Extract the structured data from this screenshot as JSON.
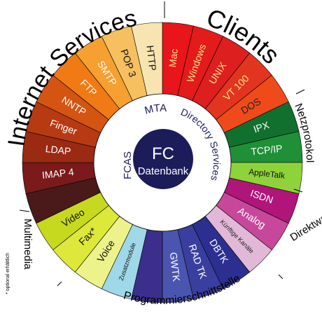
{
  "center": {
    "line1": "FC",
    "line2": "Datenbank",
    "fill": "#1c1c5a"
  },
  "inner_ring": [
    {
      "text": "MTA"
    },
    {
      "text": "Directory Services"
    },
    {
      "text": "FCAS"
    }
  ],
  "segments": [
    {
      "label": "Mac",
      "color": "#e8151b",
      "text_color": "#ffe08a"
    },
    {
      "label": "Windows",
      "color": "#e41b1b",
      "text_color": "#ffe08a"
    },
    {
      "label": "UNIX",
      "color": "#dd1f1f",
      "text_color": "#ffe08a"
    },
    {
      "label": "VT 100",
      "color": "#e2351f",
      "text_color": "#ffe08a"
    },
    {
      "label": "DOS",
      "color": "#f04a1a",
      "text_color": "#222222"
    },
    {
      "label": "IPX",
      "color": "#11702e",
      "text_color": "#ffffff"
    },
    {
      "label": "TCP/IP",
      "color": "#1f8f38",
      "text_color": "#ffffff"
    },
    {
      "label": "AppleTalk",
      "color": "#8fd33a",
      "text_color": "#111111"
    },
    {
      "label": "ISDN",
      "color": "#b0157a",
      "text_color": "#ffffff"
    },
    {
      "label": "Analog",
      "color": "#c7489a",
      "text_color": "#ffffff"
    },
    {
      "label": "Künftige Kanäle",
      "color": "#e2b8d8",
      "text_color": "#222222"
    },
    {
      "label": "DBTK",
      "color": "#2c2f8f",
      "text_color": "#ffffff"
    },
    {
      "label": "RAD TK",
      "color": "#3a3e9e",
      "text_color": "#ffffff"
    },
    {
      "label": "GWTK",
      "color": "#4a55b0",
      "text_color": "#ffffff"
    },
    {
      "label": "",
      "color": "#3b2e8c",
      "text_color": "#ffffff"
    },
    {
      "label": "Zusatzmodule",
      "color": "#9fd8e8",
      "text_color": "#111111"
    },
    {
      "label": "Voice",
      "color": "#eef28a",
      "text_color": "#111111"
    },
    {
      "label": "Fax*",
      "color": "#dde83a",
      "text_color": "#111111"
    },
    {
      "label": "Video",
      "color": "#c7d91f",
      "text_color": "#111111"
    },
    {
      "label": "",
      "color": "#4a1a1a",
      "text_color": "#ffffff"
    },
    {
      "label": "IMAP 4",
      "color": "#7a1a1a",
      "text_color": "#ffffff"
    },
    {
      "label": "LDAP",
      "color": "#9a2a12",
      "text_color": "#ffffff"
    },
    {
      "label": "Finger",
      "color": "#b73a12",
      "text_color": "#ffffff"
    },
    {
      "label": "NNTP",
      "color": "#d45412",
      "text_color": "#ffffff"
    },
    {
      "label": "FTP",
      "color": "#f07a14",
      "text_color": "#ffffff"
    },
    {
      "label": "SMTP",
      "color": "#f5a030",
      "text_color": "#ffffff"
    },
    {
      "label": "POP 3",
      "color": "#f6c060",
      "text_color": "#111111"
    },
    {
      "label": "HTTP",
      "color": "#f8e4b0",
      "text_color": "#111111"
    }
  ],
  "outer_labels": {
    "clients": "Clients",
    "internet_services": "Internet Services",
    "netzprotokolle": "Netzprotokolle",
    "direktwahl": "Direktwahl",
    "programmierschnittstelle": "Programmierschnittstelle",
    "multimedia": "Multimedia",
    "footnote": "* optional erhältlich"
  }
}
